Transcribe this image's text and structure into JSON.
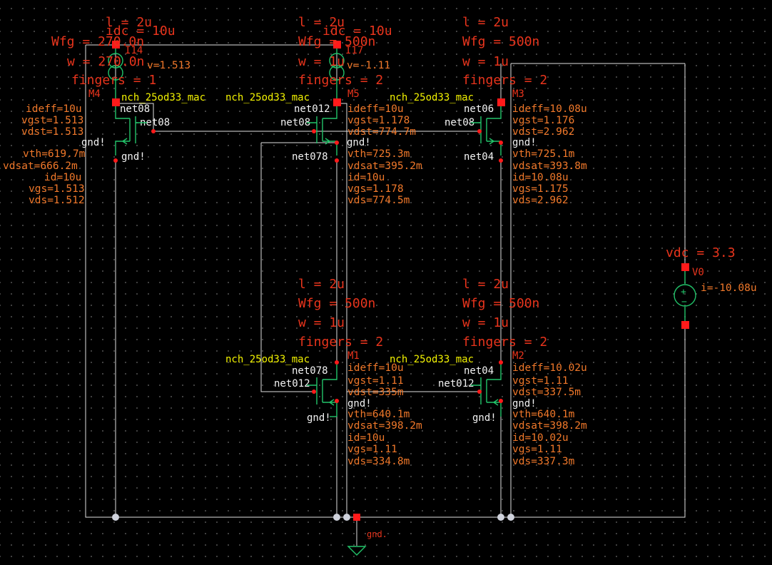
{
  "app": {
    "kind": "schematic-editor"
  },
  "sources": {
    "I14": {
      "name": "I14",
      "param": "idc = 10u",
      "ann": "v=1.513"
    },
    "I17": {
      "name": "I17",
      "param": "idc = 10u",
      "ann": "v=-1.11"
    },
    "V0": {
      "name": "V0",
      "param": "vdc = 3.3",
      "ann": "i=-10.08u"
    }
  },
  "transistors": {
    "M4": {
      "name": "M4",
      "cell": "nch_25od33_mac",
      "params": [
        "l = 2u",
        "Wfg = 270.0n",
        "w = 270.0n",
        "fingers = 1"
      ],
      "drain_net": "net08",
      "gate_net": "net08",
      "bulk": "gnd!",
      "source": "gnd!",
      "op": [
        "ideff=10u",
        "vgst=1.513",
        "vdst=1.513",
        "gnd!",
        "vth=619.7m",
        "vdsat=666.2m",
        "id=10u",
        "vgs=1.513",
        "vds=1.512"
      ]
    },
    "M5": {
      "name": "M5",
      "cell": "nch_25od33_mac",
      "params": [
        "l = 2u",
        "Wfg = 500n",
        "w = 1u",
        "fingers = 2"
      ],
      "drain_net": "net012",
      "gate_net": "net08",
      "source_net": "net078",
      "bulk": "gnd!",
      "op": [
        "ideff=10u",
        "vgst=1.178",
        "vdst=774.7m",
        "gnd!",
        "vth=725.3m",
        "vdsat=395.2m",
        "id=10u",
        "vgs=1.178",
        "vds=774.5m"
      ]
    },
    "M3": {
      "name": "M3",
      "cell": "nch_25od33_mac",
      "params": [
        "l = 2u",
        "Wfg = 500n",
        "w = 1u",
        "fingers = 2"
      ],
      "drain_net": "net06",
      "gate_net": "net08",
      "source_net": "net04",
      "bulk": "gnd!",
      "op": [
        "ideff=10.08u",
        "vgst=1.176",
        "vdst=2.962",
        "gnd!",
        "vth=725.1m",
        "vdsat=393.8m",
        "id=10.08u",
        "vgs=1.175",
        "vds=2.962"
      ]
    },
    "M1": {
      "name": "M1",
      "cell": "nch_25od33_mac",
      "params": [
        "l = 2u",
        "Wfg = 500n",
        "w = 1u",
        "fingers = 2"
      ],
      "drain_net": "net078",
      "gate_net": "net012",
      "bulk": "gnd!",
      "op": [
        "ideff=10u",
        "vgst=1.11",
        "vdst=335m",
        "gnd!",
        "vth=640.1m",
        "vdsat=398.2m",
        "id=10u",
        "vgs=1.11",
        "vds=334.8m"
      ]
    },
    "M2": {
      "name": "M2",
      "cell": "nch_25od33_mac",
      "params": [
        "l = 2u",
        "Wfg = 500n",
        "w = 1u",
        "fingers = 2"
      ],
      "drain_net": "net04",
      "gate_net": "net012",
      "bulk": "gnd!",
      "op": [
        "ideff=10.02u",
        "vgst=1.11",
        "vdst=337.5m",
        "gnd!",
        "vth=640.1m",
        "vdsat=398.2m",
        "id=10.02u",
        "vgs=1.11",
        "vds=337.3m"
      ]
    }
  },
  "ground": {
    "label": "gnd."
  },
  "colors": {
    "background": "#000000",
    "parameter": "#e8341c",
    "annotation": "#f0782a",
    "net_label": "#f2f2f2",
    "cell_name": "#f2f200",
    "device": "#22c46a",
    "wire": "#e0e0e0",
    "pin": "#ff1a1a"
  }
}
